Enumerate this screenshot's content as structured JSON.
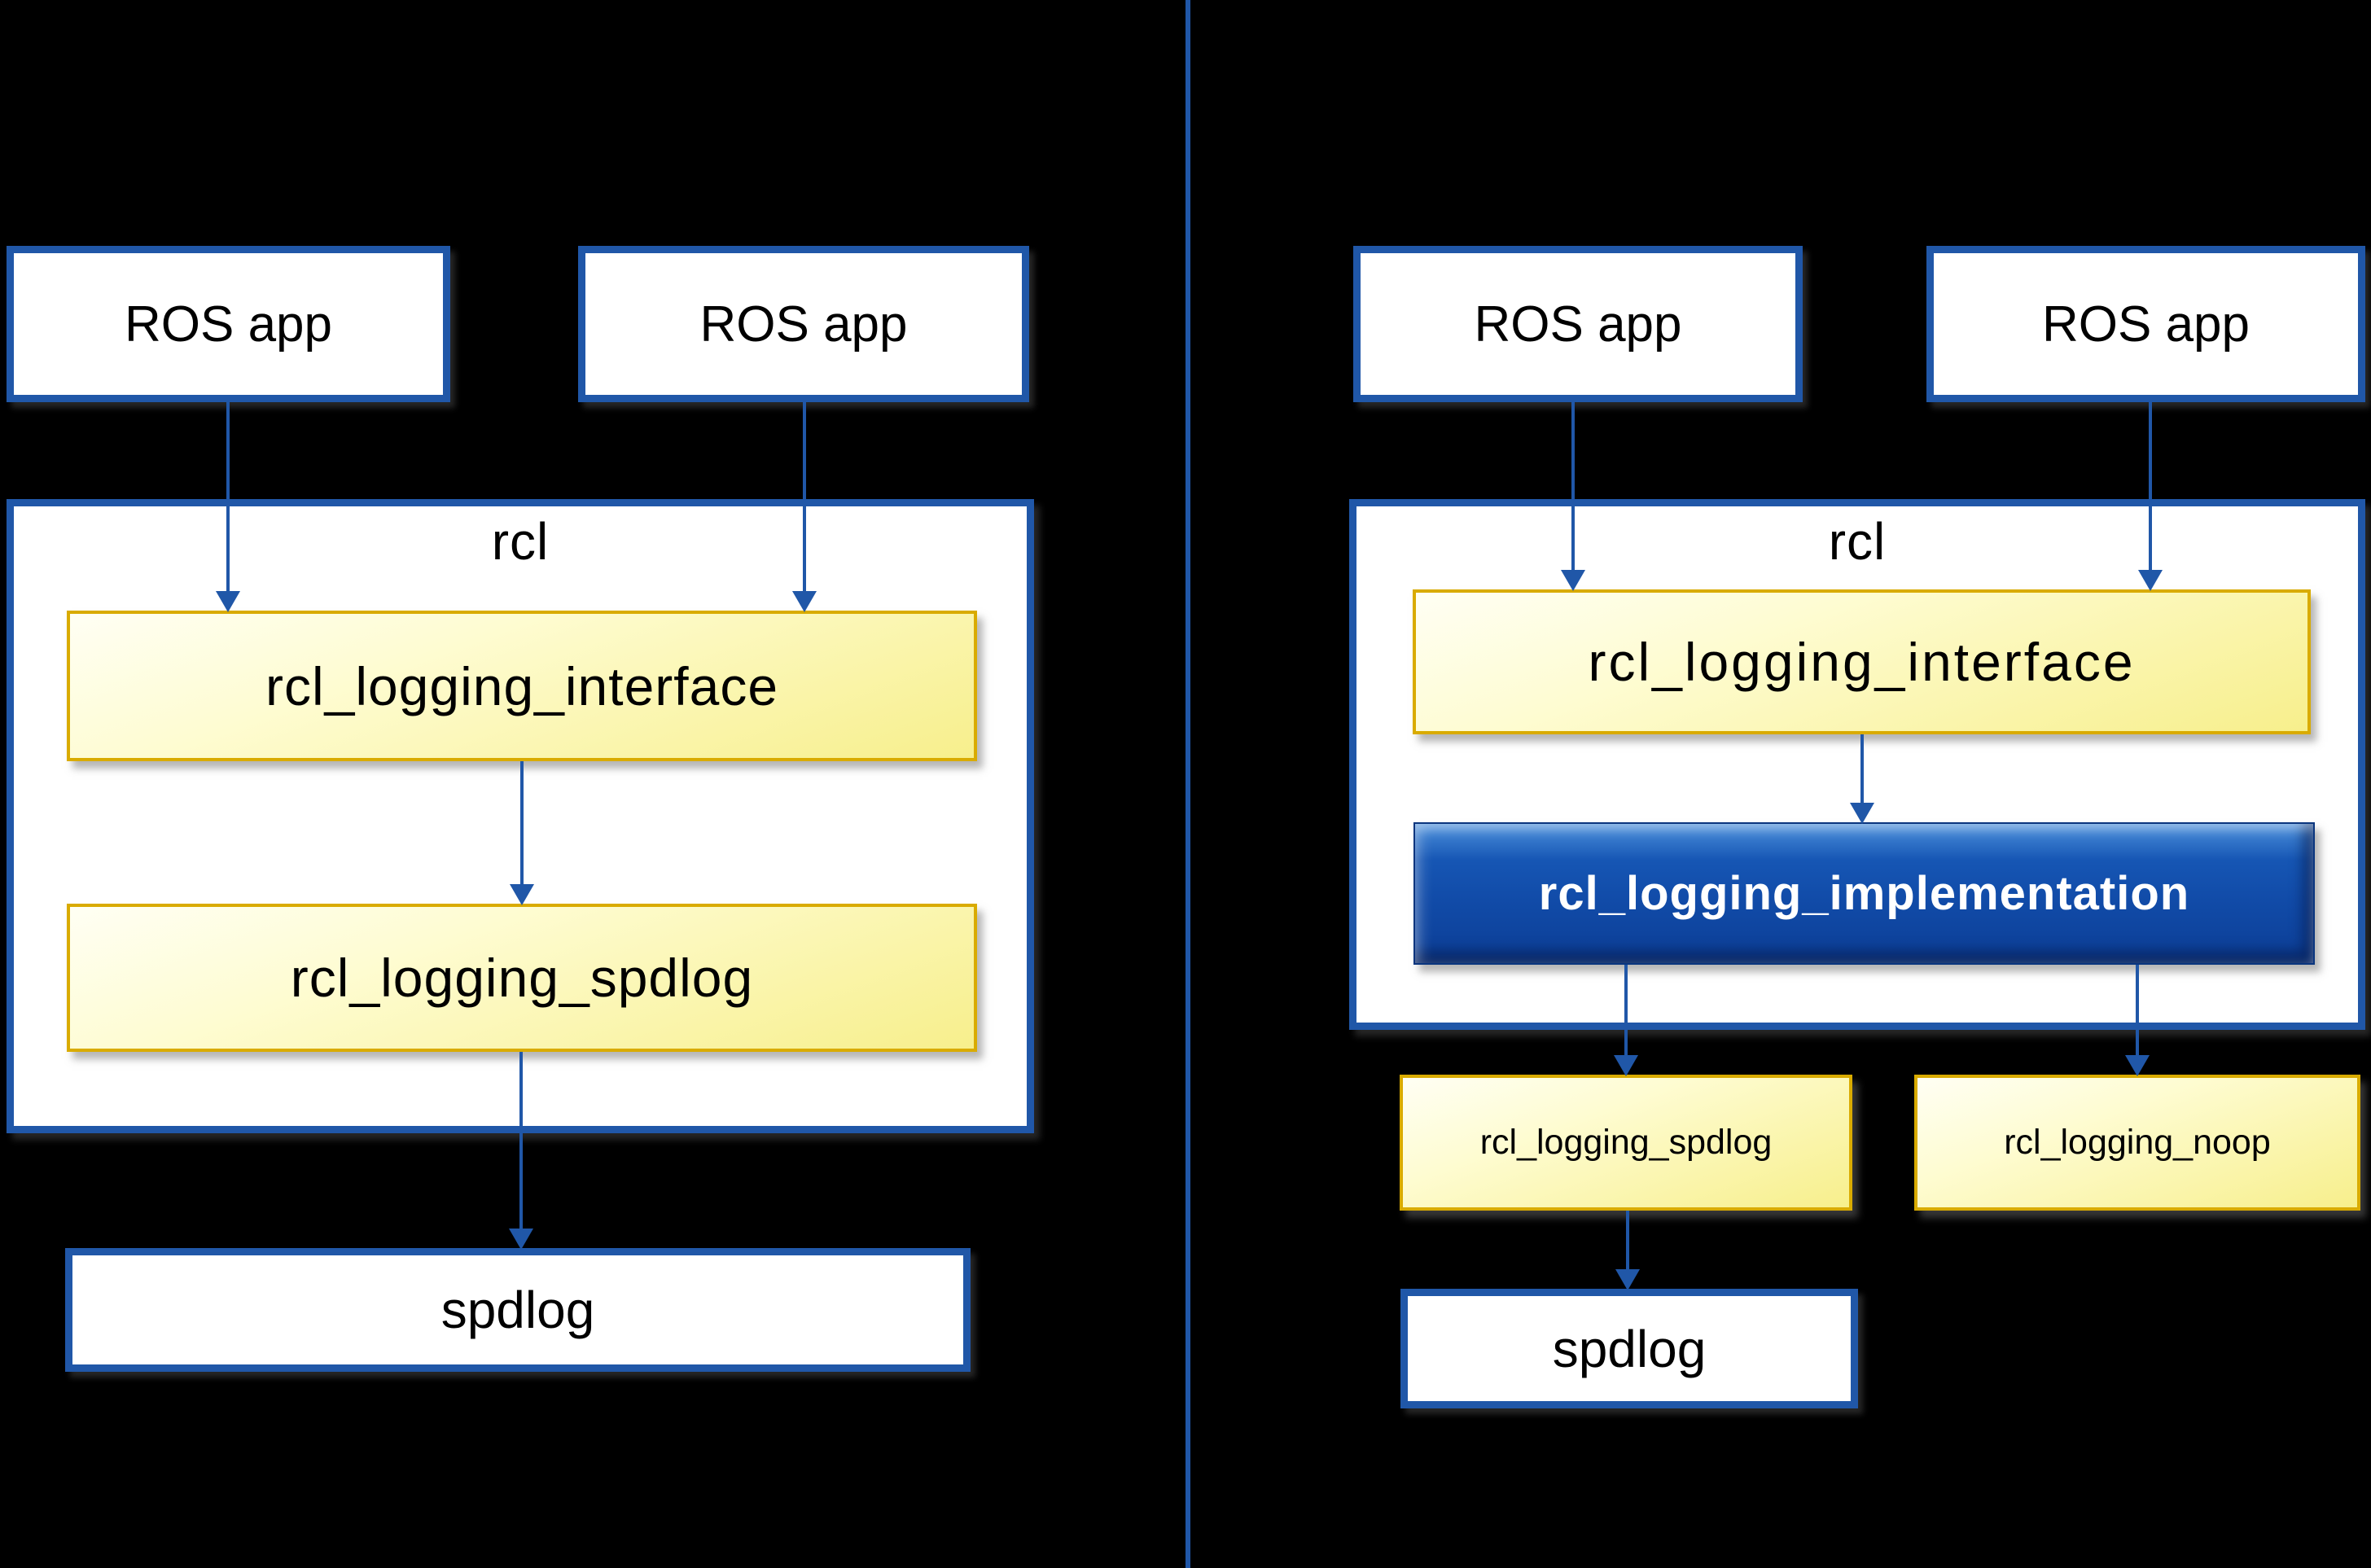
{
  "title": "ROS 2 logging architecture diagram",
  "left_diagram": {
    "ros_app_1": "ROS app",
    "ros_app_2": "ROS app",
    "rcl_label": "rcl",
    "interface_label": "rcl_logging_interface",
    "spdlog_impl_label": "rcl_logging_spdlog",
    "spdlog_label": "spdlog"
  },
  "right_diagram": {
    "ros_app_1": "ROS app",
    "ros_app_2": "ROS app",
    "rcl_label": "rcl",
    "interface_label": "rcl_logging_interface",
    "implementation_label": "rcl_logging_implementation",
    "spdlog_backend_label": "rcl_logging_spdlog",
    "noop_backend_label": "rcl_logging_noop",
    "spdlog_label": "spdlog"
  },
  "colors": {
    "background": "#000000",
    "accent_blue": "#2057A8",
    "gold_border": "#D9AB00",
    "yellow_fill_top": "#FFFFF4",
    "yellow_fill_bottom": "#F7EF8C",
    "implementation_fill_top": "#4C90DC",
    "implementation_fill_bottom": "#0C3E96",
    "implementation_text": "#FFFFFF",
    "text": "#000000"
  }
}
